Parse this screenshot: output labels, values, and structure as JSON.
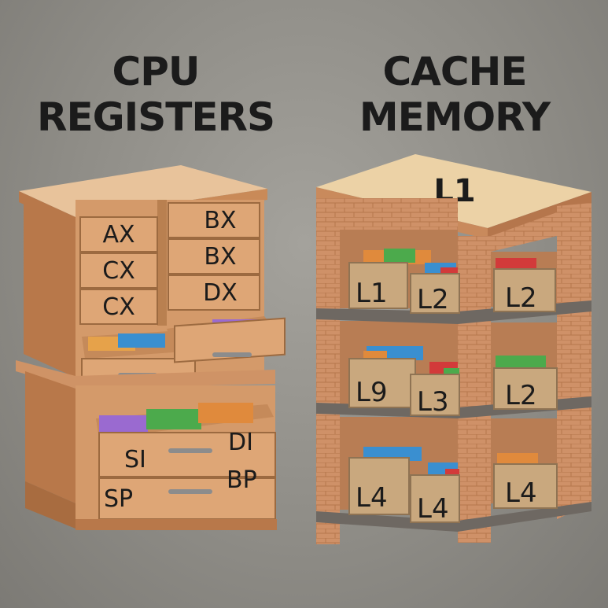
{
  "left_title": {
    "line1": "CPU",
    "line2": "REGISTERS"
  },
  "right_title": {
    "line1": "CACHE",
    "line2": "MEMORY"
  },
  "cabinet": {
    "left_drawers": [
      "AX",
      "CX",
      "CX"
    ],
    "right_drawers": [
      "BX",
      "BX",
      "DX"
    ],
    "bottom_drawer_upper": {
      "left": "SI",
      "right": "DI"
    },
    "bottom_drawer_lower": {
      "left": "SP",
      "right": "BP"
    }
  },
  "shelf": {
    "top_label": "L1",
    "rows": [
      [
        "L1",
        "L2",
        "L2"
      ],
      [
        "L9",
        "L3",
        "L2"
      ],
      [
        "L4",
        "L4",
        "L4"
      ]
    ]
  },
  "colors": {
    "wood": "#d49a6a",
    "wood_dark": "#b8784a",
    "brick": "#c98b62",
    "box": "#c9a87e",
    "key_colors": [
      "#e08a3c",
      "#3a8fd0",
      "#4caa4c",
      "#d23a3a",
      "#9a6ad0",
      "#e6d24a"
    ]
  }
}
